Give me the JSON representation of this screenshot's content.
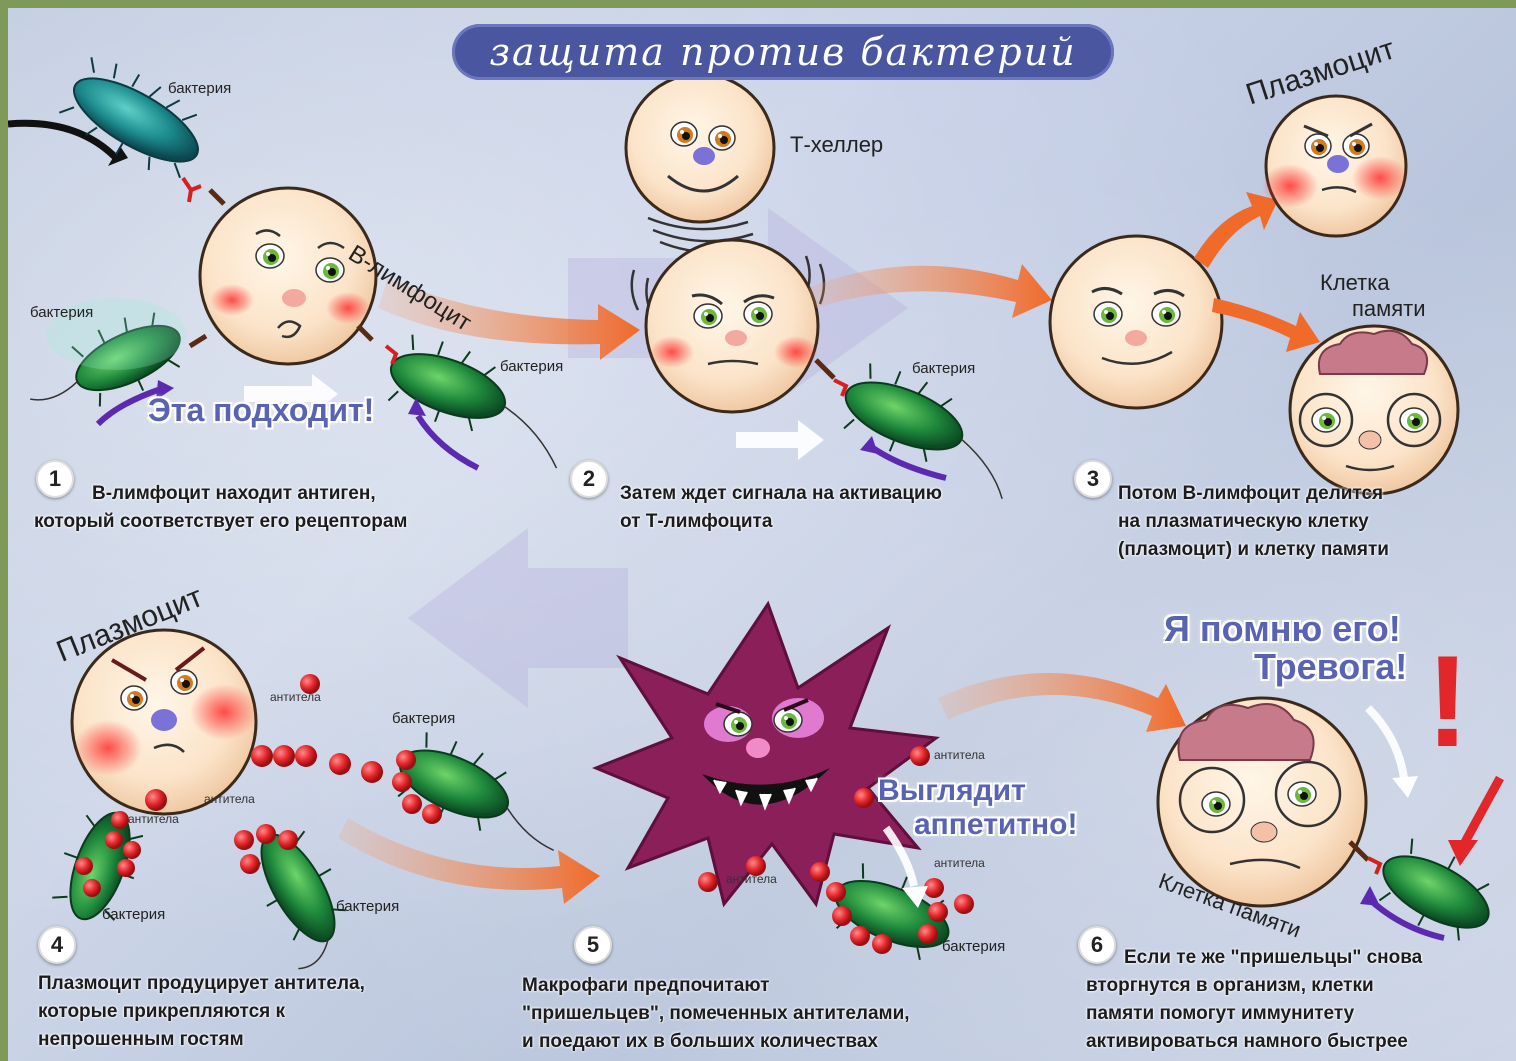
{
  "title": "защита против бактерий",
  "labels": {
    "bacterium": "бактерия",
    "b_lymphocyte": "В-лимфоцит",
    "t_helper": "Т-хеллер",
    "plasmocyte": "Плазмоцит",
    "memory_cell_line1": "Клетка",
    "memory_cell_line2": "памяти",
    "memory_cell_curved": "Клетка памяти",
    "antibodies": "антитела"
  },
  "shouts": {
    "fits": "Эта подходит!",
    "tasty_line1": "Выглядит",
    "tasty_line2": "аппетитно!",
    "remember_line1": "Я помню его!",
    "remember_line2": "Тревога!",
    "exclamation": "!"
  },
  "steps": [
    {
      "number": "1",
      "line1": "В-лимфоцит находит антиген,",
      "line2": "который соответствует его рецепторам",
      "line3": ""
    },
    {
      "number": "2",
      "line1": "Затем ждет сигнала на активацию",
      "line2": "от Т-лимфоцита",
      "line3": ""
    },
    {
      "number": "3",
      "line1": "Потом В-лимфоцит делится",
      "line2": "на плазматическую клетку",
      "line3": "(плазмоцит) и клетку памяти"
    },
    {
      "number": "4",
      "line1": "Плазмоцит продуцирует антитела,",
      "line2": "которые прикрепляются к",
      "line3": "непрошенным гостям"
    },
    {
      "number": "5",
      "line1": "Макрофаги предпочитают",
      "line2": "\"пришельцев\", помеченных антителами,",
      "line3": "и поедают их в больших количествах"
    },
    {
      "number": "6",
      "line1": "Если те же \"пришельцы\" снова",
      "line2": "вторгнутся в организм, клетки",
      "line3": "памяти помогут иммунитету",
      "line4": "активироваться намного быстрее"
    }
  ],
  "colors": {
    "title_bg": "#4a56a0",
    "cell_face": "#fbe3c8",
    "bacteria": "#1f8a3c",
    "arrow_orange": "#f06a2a",
    "macrophage": "#8a1f5a",
    "antibody": "#e3262a",
    "alert_red": "#e3262a"
  }
}
